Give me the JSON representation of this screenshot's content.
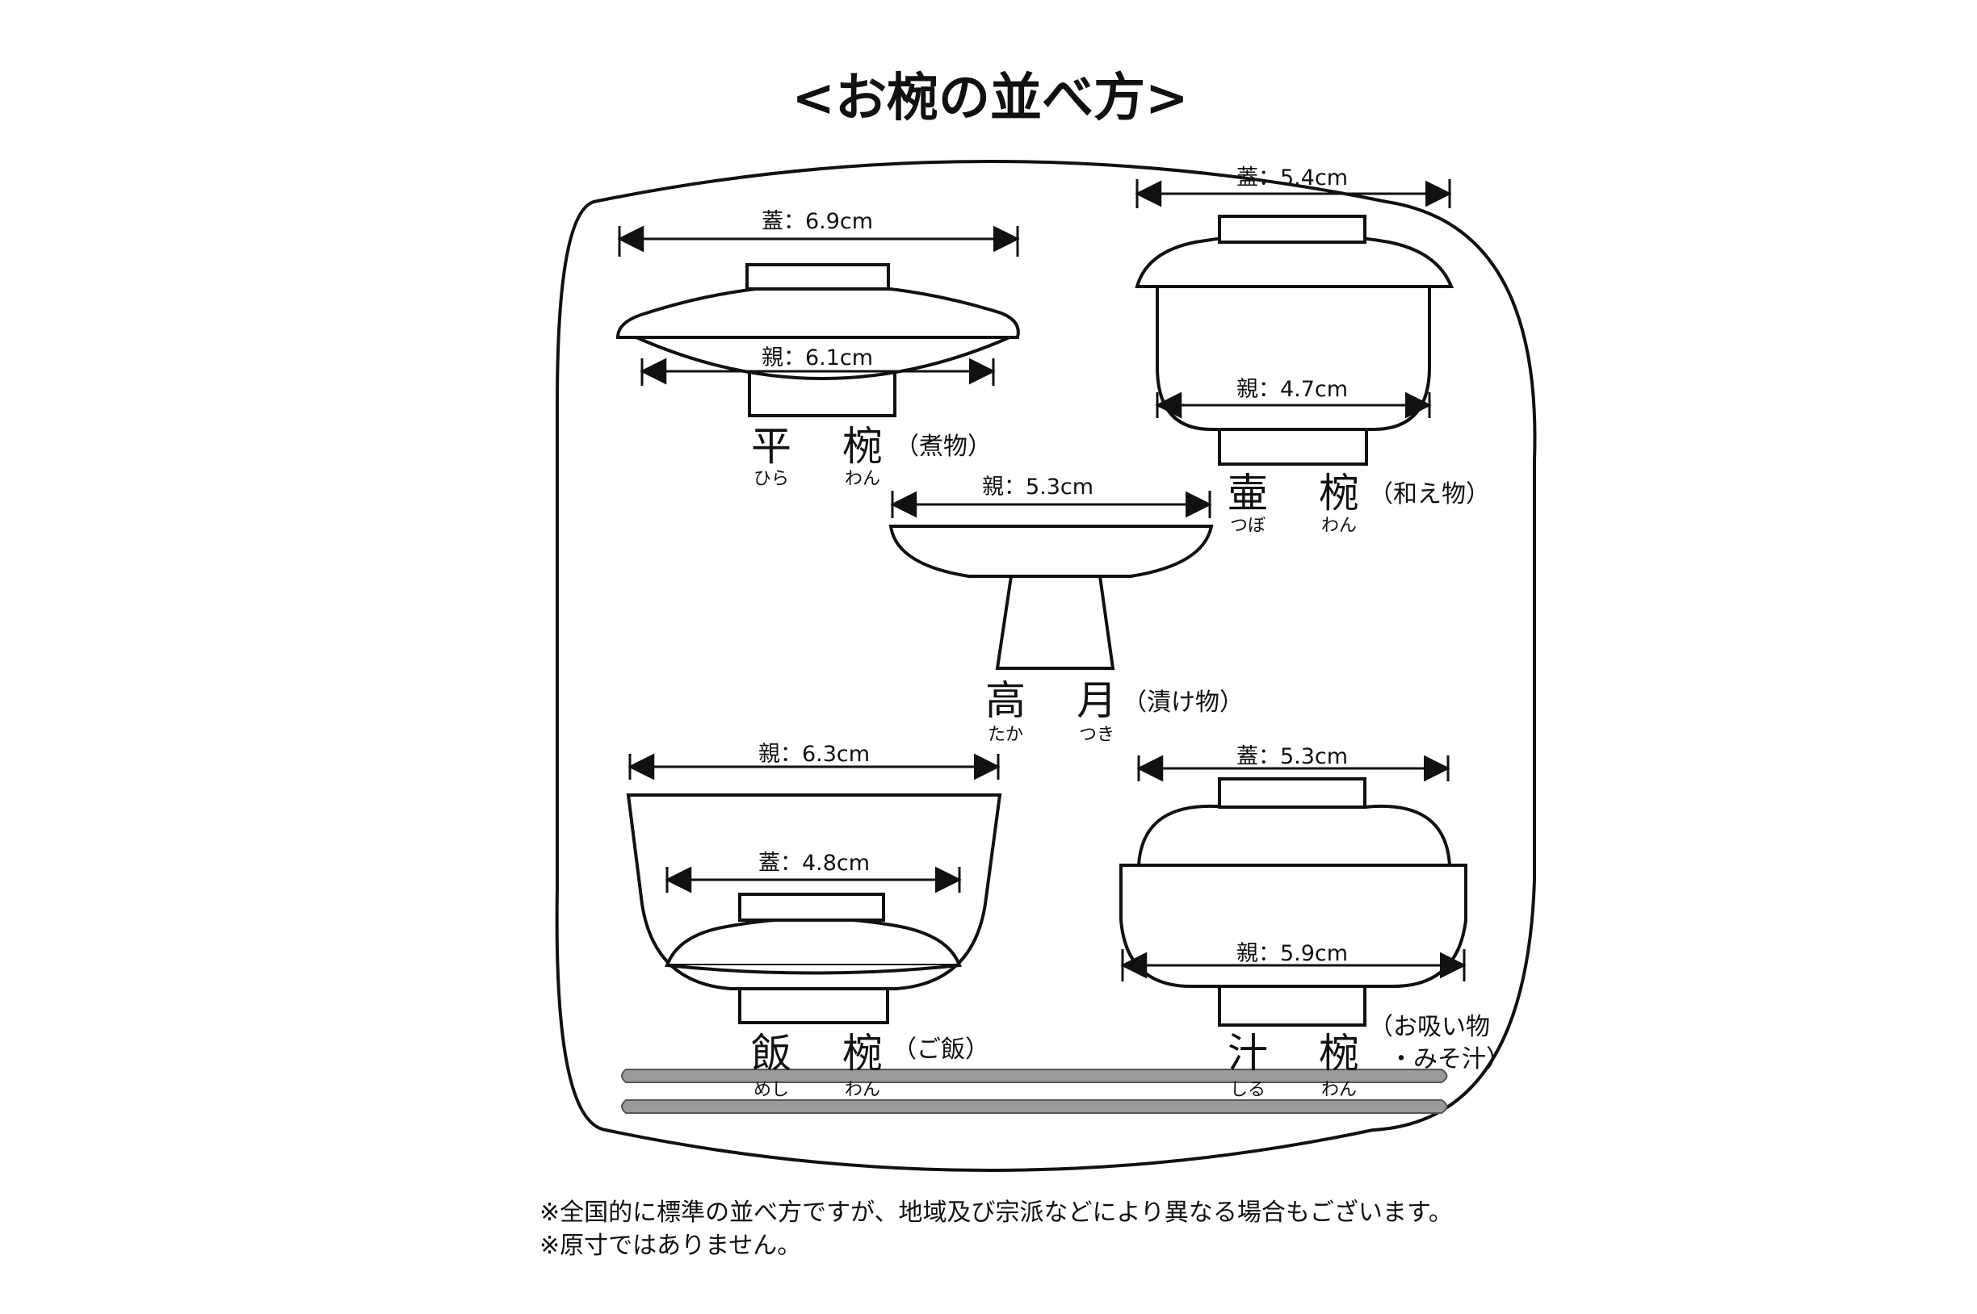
{
  "title": "<お椀の並べ方>",
  "bowls": {
    "hira": {
      "name_1": "平",
      "name_2": "椀",
      "ruby_1": "ひら",
      "ruby_2": "わん",
      "kind": "（煮物）",
      "lid": "蓋：6.9cm",
      "body": "親：6.1cm"
    },
    "tsubo": {
      "name_1": "壷",
      "name_2": "椀",
      "ruby_1": "つぼ",
      "ruby_2": "わん",
      "kind": "（和え物）",
      "lid": "蓋：5.4cm",
      "body": "親：4.7cm"
    },
    "takatsuki": {
      "name_1": "高",
      "name_2": "月",
      "ruby_1": "たか",
      "ruby_2": "つき",
      "kind": "（漬け物）",
      "body": "親：5.3cm"
    },
    "meshi": {
      "name_1": "飯",
      "name_2": "椀",
      "ruby_1": "めし",
      "ruby_2": "わん",
      "kind": "（ご飯）",
      "body": "親：6.3cm",
      "lid": "蓋：4.8cm"
    },
    "shiru": {
      "name_1": "汁",
      "name_2": "椀",
      "ruby_1": "しる",
      "ruby_2": "わん",
      "kind_1": "（お吸い物",
      "kind_2": "・みそ汁）",
      "lid": "蓋：5.3cm",
      "body": "親：5.9cm"
    }
  },
  "notes": [
    "※全国的に標準の並べ方ですが、地域及び宗派などにより異なる場合もございます。",
    "※原寸ではありません。"
  ],
  "colors": {
    "ink": "#111111",
    "chopsticks": "#9a9a9a",
    "paper": "#ffffff"
  }
}
